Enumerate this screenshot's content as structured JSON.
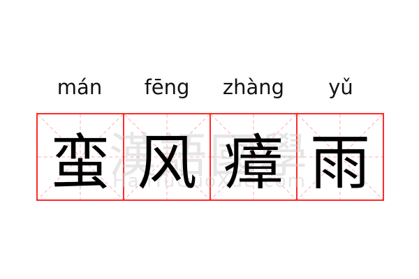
{
  "entries": [
    {
      "pinyin": "mán",
      "char": "蛮"
    },
    {
      "pinyin": "fēng",
      "char": "风"
    },
    {
      "pinyin": "zhàng",
      "char": "瘴"
    },
    {
      "pinyin": "yǔ",
      "char": "雨"
    }
  ],
  "watermark": {
    "chars": "漢語國學",
    "site": "HanYuGuoXue.com"
  },
  "colors": {
    "grid": "#ff2a2a",
    "guide": "#ffaaaa"
  }
}
